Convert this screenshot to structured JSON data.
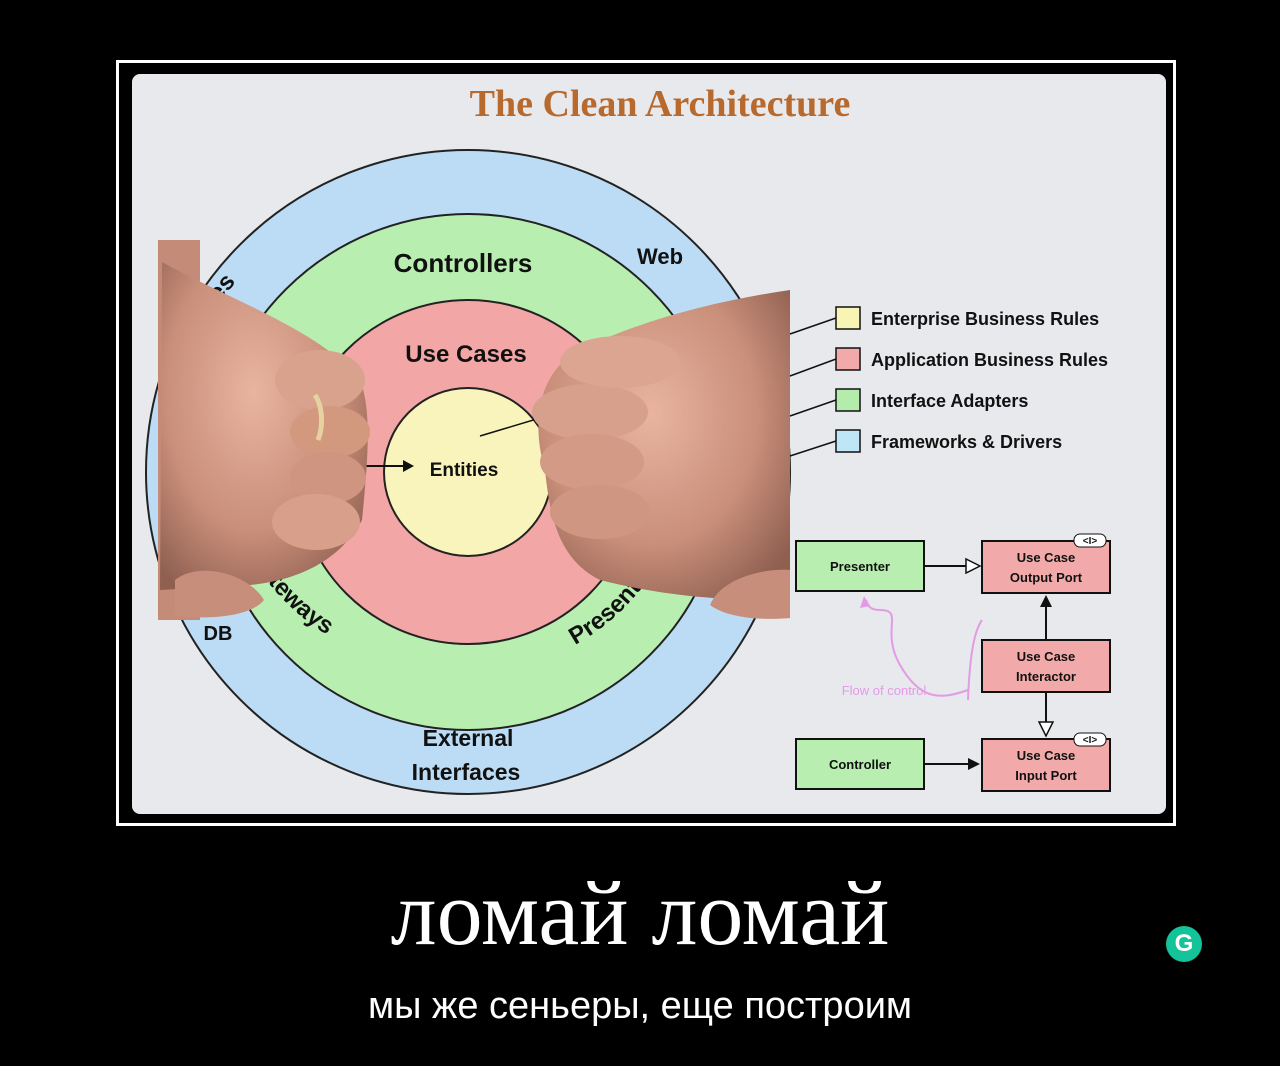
{
  "diagram": {
    "title": "The Clean Architecture",
    "rings": {
      "outer_labels": {
        "top_left": "vices",
        "web": "Web",
        "db": "DB",
        "bottom": [
          "External",
          "Interfaces"
        ]
      },
      "adapters_labels": {
        "controllers": "Controllers",
        "gateways": "Gateways",
        "presenters": "Presente"
      },
      "use_cases": "Use Cases",
      "entities": "Entities"
    },
    "legend": [
      {
        "label": "Enterprise Business Rules",
        "color": "#f7f4b4"
      },
      {
        "label": "Application Business Rules",
        "color": "#f1aaa9"
      },
      {
        "label": "Interface Adapters",
        "color": "#b3ecab"
      },
      {
        "label": "Frameworks & Drivers",
        "color": "#bfe6f7"
      }
    ],
    "flow": {
      "presenter": "Presenter",
      "controller": "Controller",
      "output_port": [
        "Use Case",
        "Output Port"
      ],
      "interactor": [
        "Use Case",
        "Interactor"
      ],
      "input_port": [
        "Use Case",
        "Input Port"
      ],
      "flow_label": "Flow of control",
      "badge": "<I>"
    },
    "colors": {
      "outer": "#bcdcf5",
      "adapters": "#b8efb0",
      "usecases": "#f2a7a6",
      "entities": "#f8f4bb",
      "title": "#b86a2e",
      "flow": "#e39be6"
    }
  },
  "caption": {
    "main": "ломай ломай",
    "sub": "мы же сеньеры, еще построим",
    "badge": "G"
  }
}
